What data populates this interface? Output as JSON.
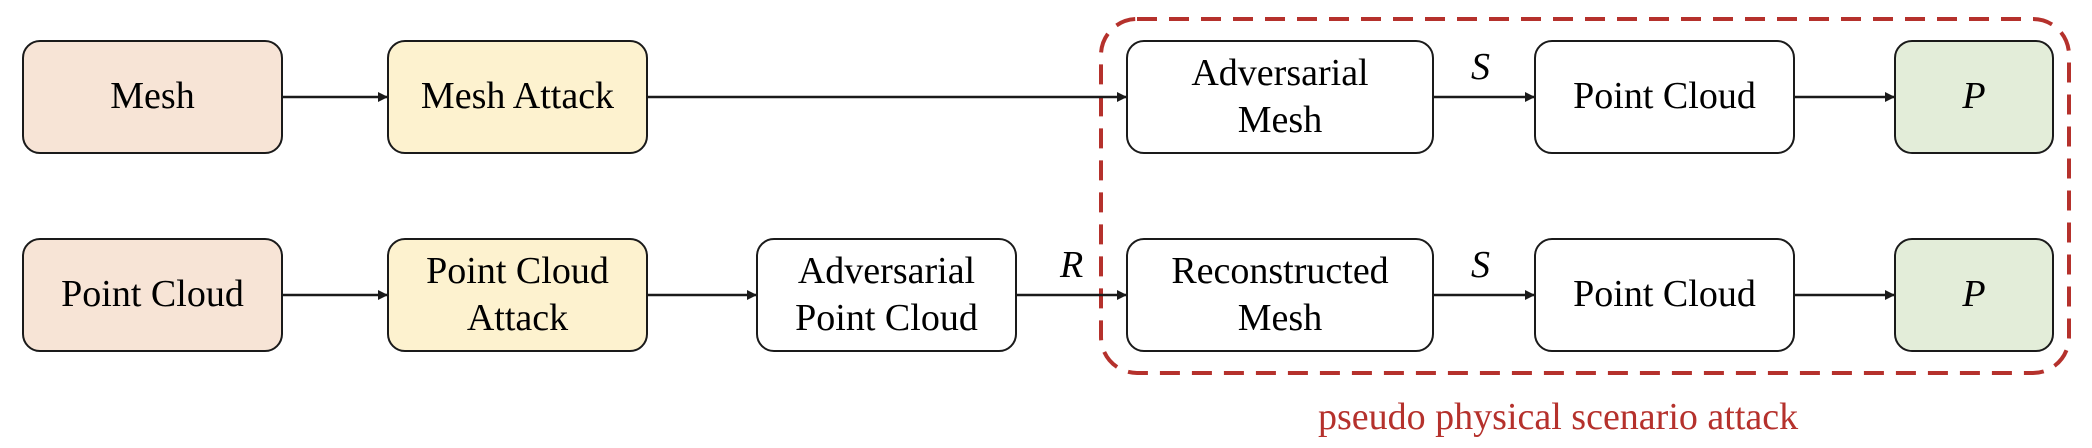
{
  "colors": {
    "source_fill": "#f7e4d6",
    "attack_fill": "#fdf2cf",
    "plain_fill": "#ffffff",
    "output_fill": "#e3edd9",
    "region_border": "#b5312c",
    "region_text": "#b5312c",
    "stroke": "#1a1a1a"
  },
  "top_row": {
    "mesh": "Mesh",
    "mesh_attack": "Mesh Attack",
    "adversarial_mesh": "Adversarial Mesh",
    "sampling_label": "S",
    "point_cloud": "Point Cloud",
    "output": "P"
  },
  "bottom_row": {
    "point_cloud": "Point Cloud",
    "point_cloud_attack": "Point Cloud Attack",
    "adversarial_point_cloud": "Adversarial Point Cloud",
    "reconstruction_label": "R",
    "reconstructed_mesh": "Reconstructed Mesh",
    "sampling_label": "S",
    "point_cloud_out": "Point Cloud",
    "output": "P"
  },
  "region": {
    "label": "pseudo physical scenario attack"
  }
}
